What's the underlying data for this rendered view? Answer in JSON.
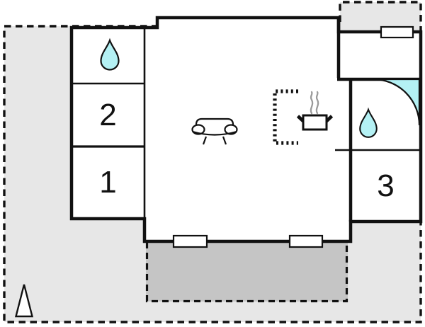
{
  "page": {
    "type": "floor-plan-drawing"
  },
  "rooms": {
    "bedroom1": {
      "label": "1"
    },
    "bedroom2": {
      "label": "2"
    },
    "bedroom3": {
      "label": "3"
    }
  },
  "icons": {
    "top_left_room": "water-drop-icon",
    "living_area": "sofa-icon",
    "kitchen_area": [
      "kitchen-counter-icon",
      "cooking-pot-icon",
      "steam-icon"
    ],
    "bathroom": [
      "corner-shower-icon",
      "water-drop-icon"
    ],
    "site": "north-arrow-icon"
  },
  "colors": {
    "wall_black": "#111111",
    "property_gray": "#e7e7e7",
    "terrace_gray": "#c5c5c5",
    "water_accent": "#b4f1f4",
    "steam_gray": "#9a9a9a",
    "paper_white": "#ffffff"
  }
}
